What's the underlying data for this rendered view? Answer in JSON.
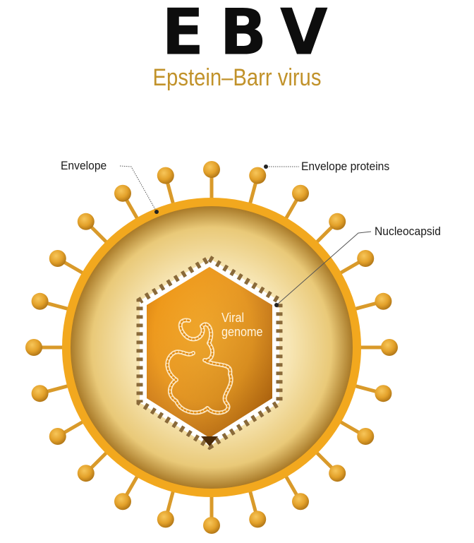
{
  "title": "EBV",
  "subtitle": "Epstein–Barr virus",
  "labels": {
    "envelope": "Envelope",
    "envelope_proteins": "Envelope proteins",
    "nucleocapsid": "Nucleocapsid",
    "viral_line1": "Viral",
    "viral_line2": "genome"
  },
  "colors": {
    "title": "#0d0d0d",
    "subtitle": "#c1922a",
    "envelope_ring": "#f2a81e",
    "spike": "#d99a2a",
    "spike_head": "#e6a52c",
    "capsid_core": "#f29d12",
    "capsid_border": "#ffffff",
    "leader_line": "#555555"
  },
  "icons": {
    "spike": "envelope-protein-spike-icon",
    "genome": "dna-strand-icon"
  }
}
